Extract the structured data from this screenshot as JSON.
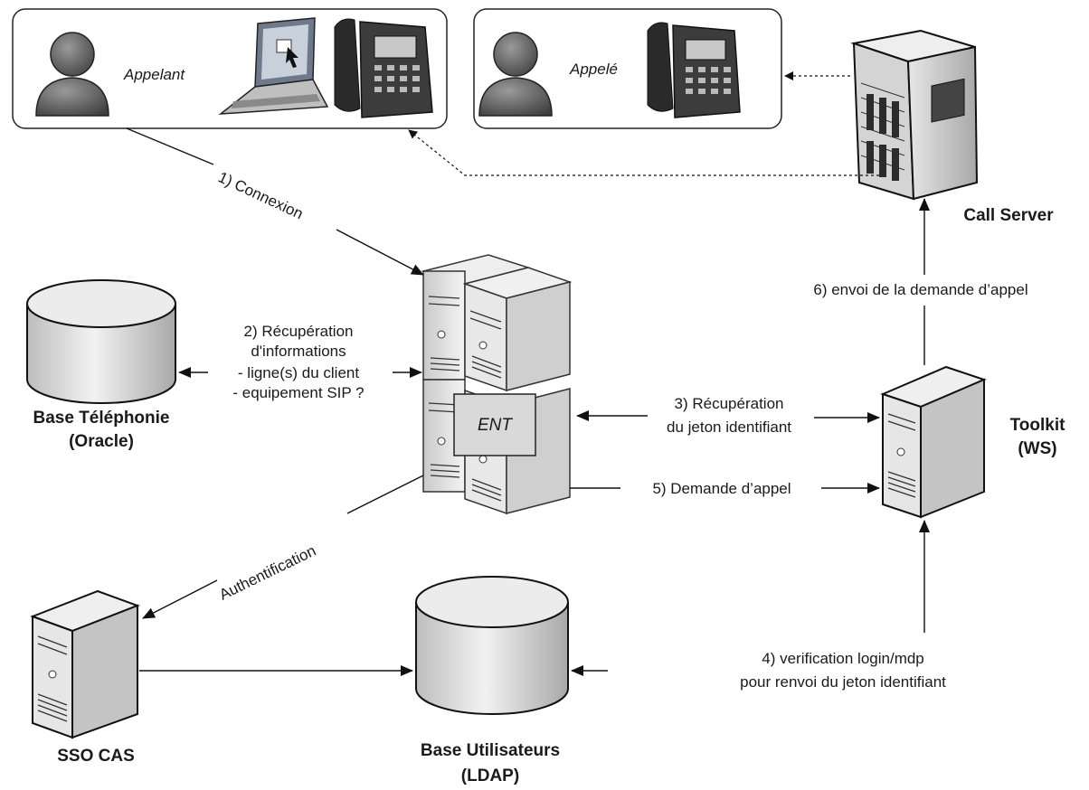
{
  "caller_box": {
    "label": "Appelant"
  },
  "callee_box": {
    "label": "Appelé"
  },
  "call_server": {
    "label": "Call Server"
  },
  "ent": {
    "label": "ENT"
  },
  "base_telephonie": {
    "line1": "Base Téléphonie",
    "line2": "(Oracle)"
  },
  "toolkit": {
    "line1": "Toolkit",
    "line2": "(WS)"
  },
  "sso": {
    "label": "SSO CAS"
  },
  "base_utilisateurs": {
    "line1": "Base Utilisateurs",
    "line2": "(LDAP)"
  },
  "flows": {
    "connexion": "1) Connexion",
    "recup_info": [
      "2) Récupération",
      "d'informations",
      "- ligne(s) du client",
      "- equipement SIP ?"
    ],
    "jeton": [
      "3) Récupération",
      "du jeton identifiant"
    ],
    "verification": [
      "4) verification login/mdp",
      "pour renvoi du jeton identifiant"
    ],
    "demande": "5) Demande d’appel",
    "envoi": "6) envoi de la demande d’appel",
    "auth": "Authentification"
  }
}
